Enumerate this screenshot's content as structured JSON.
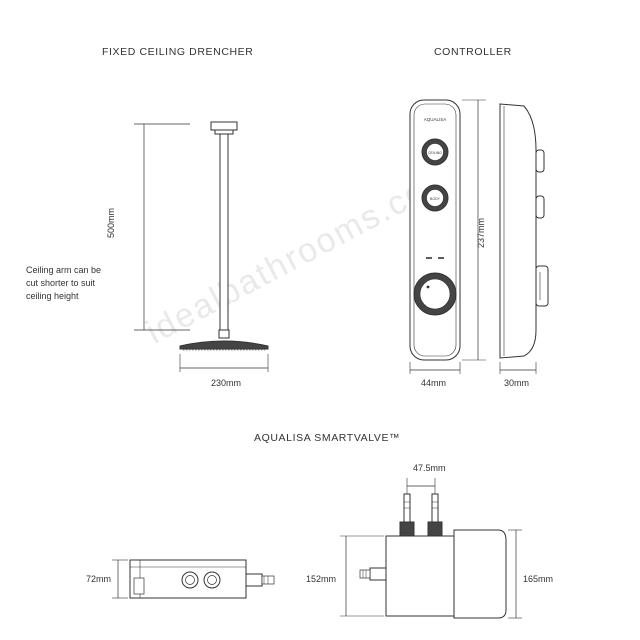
{
  "titles": {
    "drencher": "FIXED CEILING DRENCHER",
    "controller": "CONTROLLER",
    "valve": "AQUALISA SMARTVALVE™"
  },
  "drencher": {
    "height_label": "500mm",
    "width_label": "230mm",
    "note": "Ceiling arm can be\ncut shorter to suit\nceiling height"
  },
  "controller": {
    "brand": "AQUALISA",
    "button_top_label": "CEILING",
    "button_bottom_label": "BODY",
    "height_label": "237mm",
    "width_label": "44mm",
    "depth_label": "30mm"
  },
  "valve": {
    "side_height_label": "72mm",
    "front_height_label": "152mm",
    "body_height_label": "165mm",
    "inlet_spacing_label": "47.5mm"
  },
  "watermark": "idealbathrooms.com",
  "colors": {
    "line": "#333333",
    "fill_dark": "#3a3a3a",
    "fill_light": "#f4f4f4"
  }
}
